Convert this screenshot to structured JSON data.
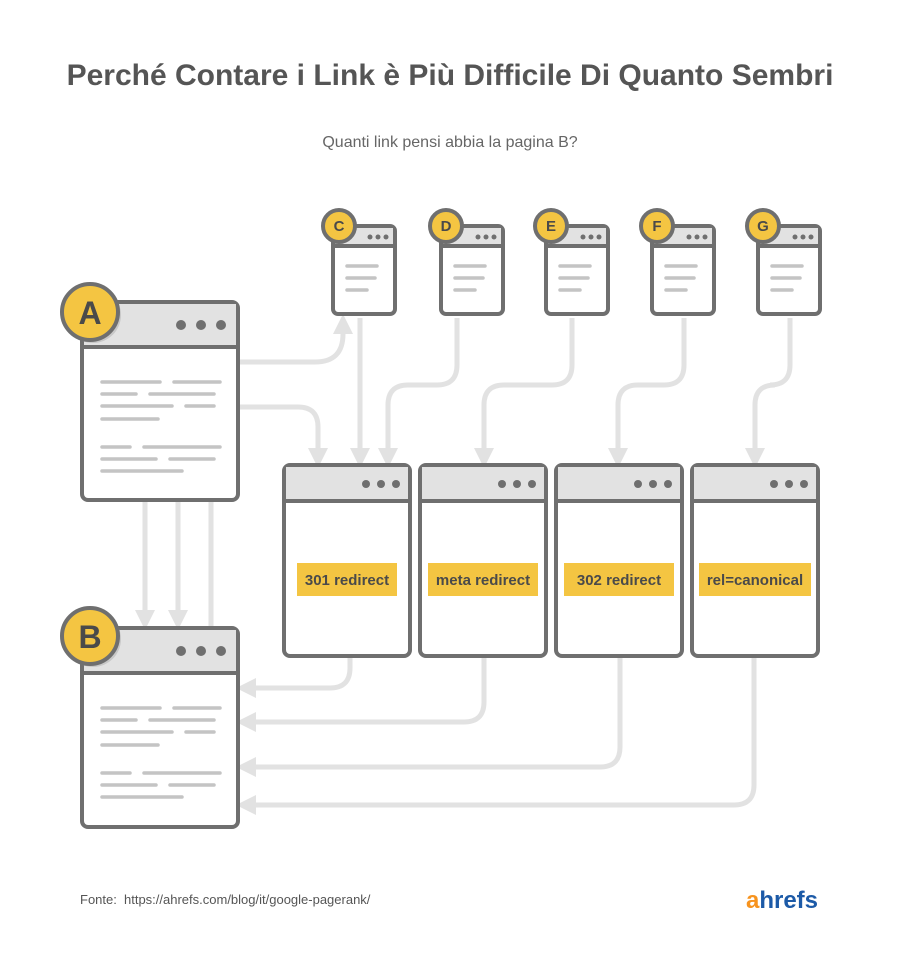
{
  "title": "Perché Contare i Link è Più Difficile Di Quanto Sembri",
  "subtitle": "Quanti link pensi abbia la pagina B?",
  "pages": {
    "a": "A",
    "b": "B",
    "c": "C",
    "d": "D",
    "e": "E",
    "f": "F",
    "g": "G"
  },
  "redirects": [
    "301 redirect",
    "meta redirect",
    "302 redirect",
    "rel=canonical"
  ],
  "footer": {
    "label": "Fonte:",
    "url": "https://ahrefs.com/blog/it/google-pagerank/"
  },
  "logo": {
    "a": "a",
    "rest": "hrefs"
  },
  "colors": {
    "badge": "#f4c542",
    "frame": "#6f6f6f",
    "arrow": "#e2e2e2",
    "logo_orange": "#f7931e",
    "logo_blue": "#1c5aa7"
  }
}
